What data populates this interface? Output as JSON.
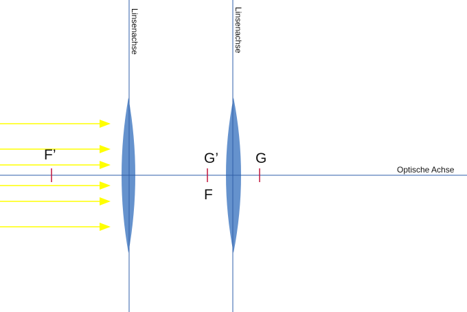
{
  "labels": {
    "lens_axis_1": "Linsenachse",
    "lens_axis_2": "Linsenachse",
    "optical_axis": "Optische Achse",
    "f_prime": "F’",
    "g_prime": "G’",
    "g": "G",
    "f": "F"
  },
  "colors": {
    "lens_fill": "#6592cd",
    "axis_line": "#2e5ea8",
    "light_rays": "#ffff00",
    "focal_ticks": "#c0143c",
    "background": "#ffffff"
  },
  "elements": {
    "lenses": [
      "converging-lens-1",
      "converging-lens-2"
    ],
    "incoming_rays_count": 6,
    "focal_marks": [
      "F’",
      "G’ / F",
      "G"
    ]
  }
}
